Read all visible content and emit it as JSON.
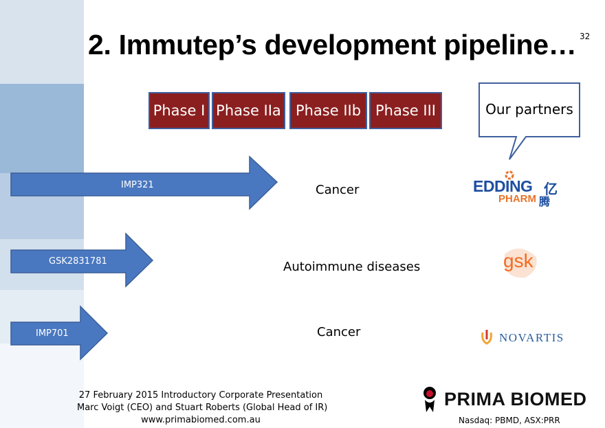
{
  "slide": {
    "title": "2. Immutep’s development pipeline…",
    "number": "32"
  },
  "phases": [
    "Phase I",
    "Phase IIa",
    "Phase IIb",
    "Phase III"
  ],
  "partners_callout": "Our partners",
  "programs": [
    {
      "name": "IMP321",
      "indication": "Cancer",
      "partner": "EDDING PHARM"
    },
    {
      "name": "GSK2831781",
      "indication": "Autoimmune diseases",
      "partner": "gsk"
    },
    {
      "name": "IMP701",
      "indication": "Cancer",
      "partner": "NOVARTIS"
    }
  ],
  "partner_logos": {
    "edding_word1": "EDDING",
    "edding_word2": "PHARM",
    "edding_cn1": "亿",
    "edding_cn2": "腾",
    "gsk": "gsk",
    "novartis": "NOVARTIS"
  },
  "footer": {
    "line1": "27 February 2015 Introductory Corporate Presentation",
    "line2": "Marc Voigt (CEO) and Stuart Roberts (Global Head of IR)",
    "line3": "www.primabiomed.com.au"
  },
  "company": {
    "logo_text": "PRIMA BIOMED",
    "listing": "Nasdaq: PBMD, ASX:PRR"
  },
  "colors": {
    "phase_fill": "#8b1f1f",
    "arrow_fill": "#4a78c0",
    "edding_blue": "#1d4ea0",
    "edding_orange": "#e8742a",
    "gsk_orange": "#f36c21",
    "novartis_blue": "#2a5d9b",
    "prima_red": "#c8102e"
  }
}
